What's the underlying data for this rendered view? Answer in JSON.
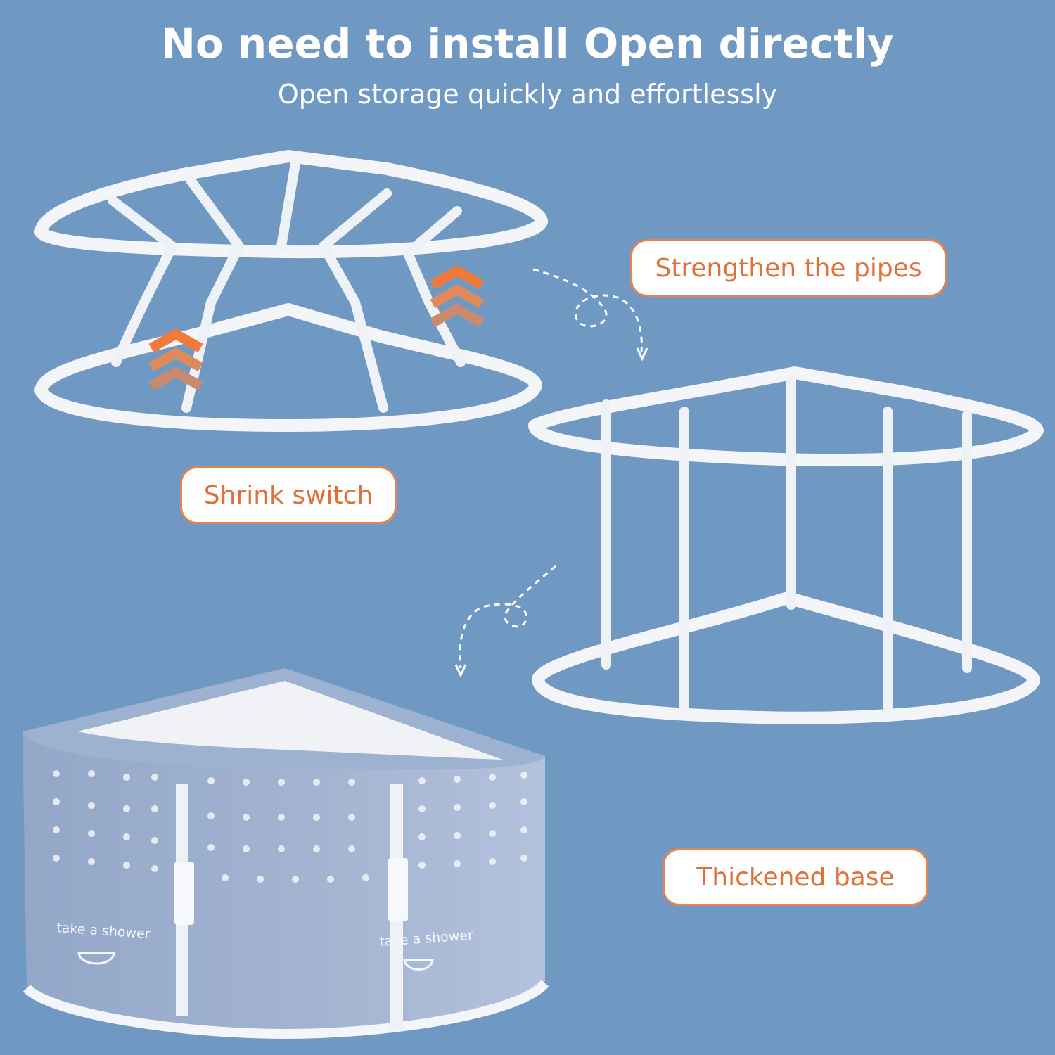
{
  "header": {
    "title": "No need to install Open directly",
    "subtitle": "Open storage quickly and effortlessly"
  },
  "labels": {
    "strengthen": "Strengthen the pipes",
    "shrink": "Shrink switch",
    "base": "Thickened base"
  },
  "tub_text": {
    "left": "take a shower",
    "right": "take a shower"
  },
  "colors": {
    "background": "#6f98c2",
    "accent": "#e8834f",
    "frame": "#ffffff",
    "tub": "#9fb2cf"
  }
}
